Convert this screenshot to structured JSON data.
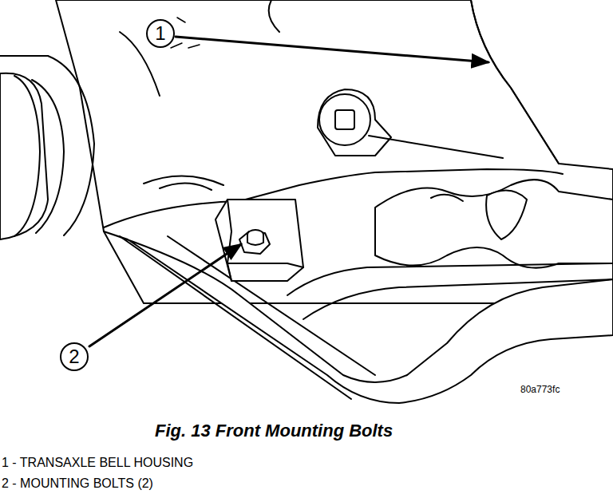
{
  "diagram": {
    "caption": "Fig. 13 Front Mounting Bolts",
    "nodes": [
      {
        "text": [
          "1"
        ]
      },
      {
        "text": [
          "2"
        ]
      }
    ],
    "labels": [
      "80a773fc",
      "1 - TRANSAXLE BELL HOUSING",
      "2 - MOUNTING BOLTS (2)"
    ]
  }
}
